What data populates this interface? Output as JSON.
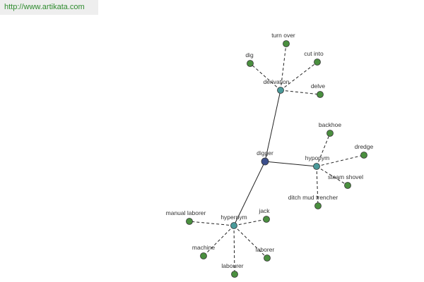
{
  "header": {
    "url_text": "http://www.artikata.com"
  },
  "colors": {
    "root": "#3b4f8c",
    "relation": "#4a9a9a",
    "leaf": "#4a8f3f",
    "link": "#2e8b2e"
  },
  "graph": {
    "root": {
      "label": "digger"
    },
    "relations": [
      {
        "id": "derivation",
        "label": "derivation"
      },
      {
        "id": "hyponym",
        "label": "hyponym"
      },
      {
        "id": "hypernym",
        "label": "hypernym"
      }
    ],
    "leaves": [
      {
        "label": "turn over",
        "relation": "derivation"
      },
      {
        "label": "dig",
        "relation": "derivation"
      },
      {
        "label": "cut into",
        "relation": "derivation"
      },
      {
        "label": "delve",
        "relation": "derivation"
      },
      {
        "label": "backhoe",
        "relation": "hyponym"
      },
      {
        "label": "dredge",
        "relation": "hyponym"
      },
      {
        "label": "steam shovel",
        "relation": "hyponym"
      },
      {
        "label": "ditch mud trencher",
        "relation": "hyponym"
      },
      {
        "label": "manual laborer",
        "relation": "hypernym"
      },
      {
        "label": "jack",
        "relation": "hypernym"
      },
      {
        "label": "machine",
        "relation": "hypernym"
      },
      {
        "label": "laborer",
        "relation": "hypernym"
      },
      {
        "label": "labourer",
        "relation": "hypernym"
      }
    ]
  }
}
